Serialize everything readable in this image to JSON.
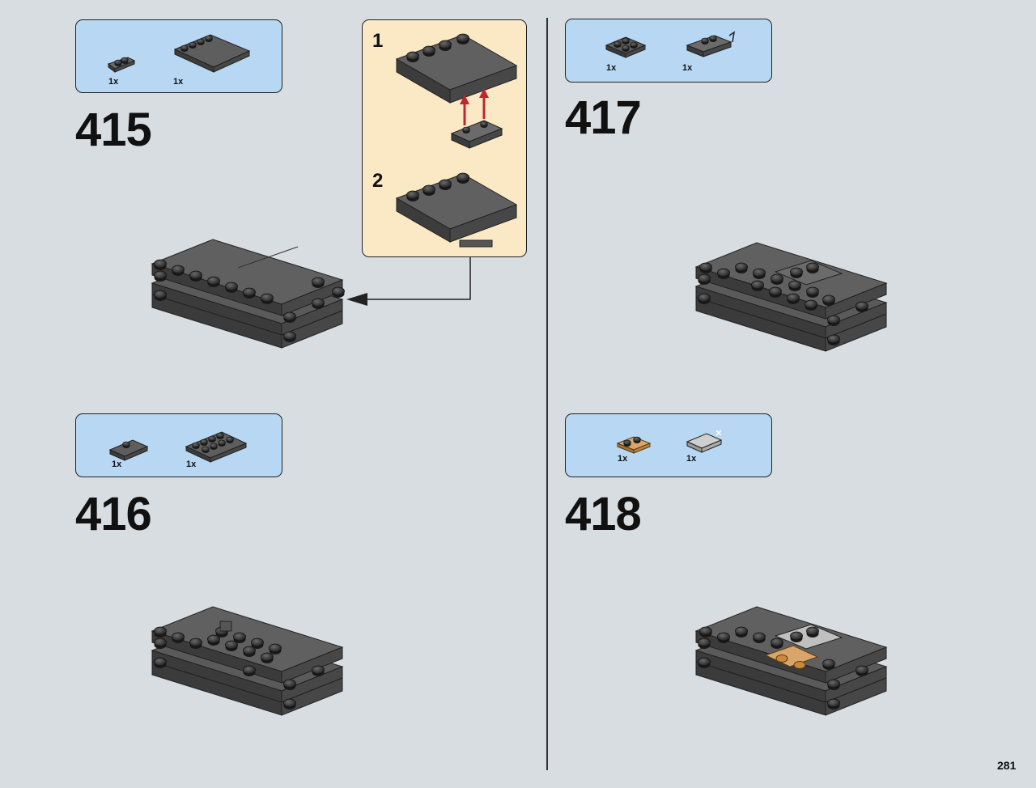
{
  "steps": [
    {
      "number": "415",
      "parts": [
        {
          "qty": "1x"
        },
        {
          "qty": "1x"
        }
      ]
    },
    {
      "number": "416",
      "parts": [
        {
          "qty": "1x"
        },
        {
          "qty": "1x"
        }
      ]
    },
    {
      "number": "417",
      "parts": [
        {
          "qty": "1x"
        },
        {
          "qty": "1x"
        }
      ]
    },
    {
      "number": "418",
      "parts": [
        {
          "qty": "1x"
        },
        {
          "qty": "1x"
        }
      ]
    }
  ],
  "substeps": [
    {
      "number": "1"
    },
    {
      "number": "2"
    }
  ],
  "page_number": "281",
  "colors": {
    "background": "#d8dde1",
    "parts_box": "#b7d7f2",
    "substep_box": "#fbe9c6",
    "brick_top": "#5e5e5e",
    "brick_side": "#3c3c3c",
    "tan_part": "#d9a56a",
    "arrow": "#c0262e"
  }
}
